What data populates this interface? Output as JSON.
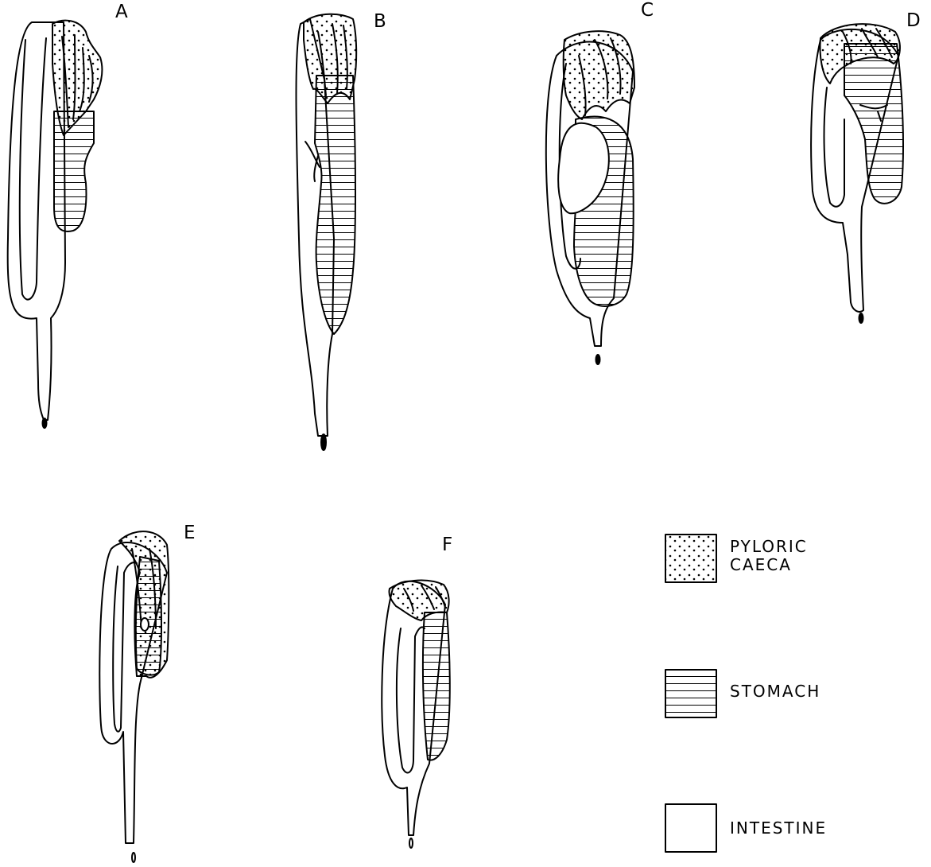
{
  "figure": {
    "panels": [
      {
        "id": "A",
        "label": "A"
      },
      {
        "id": "B",
        "label": "B"
      },
      {
        "id": "C",
        "label": "C"
      },
      {
        "id": "D",
        "label": "D"
      },
      {
        "id": "E",
        "label": "E"
      },
      {
        "id": "F",
        "label": "F"
      }
    ],
    "legend": {
      "pyloric_caeca": {
        "line1": "PYLORIC",
        "line2": "CAECA"
      },
      "stomach": "STOMACH",
      "intestine": "INTESTINE"
    },
    "colors": {
      "ink": "#000000",
      "paper": "#ffffff"
    }
  }
}
